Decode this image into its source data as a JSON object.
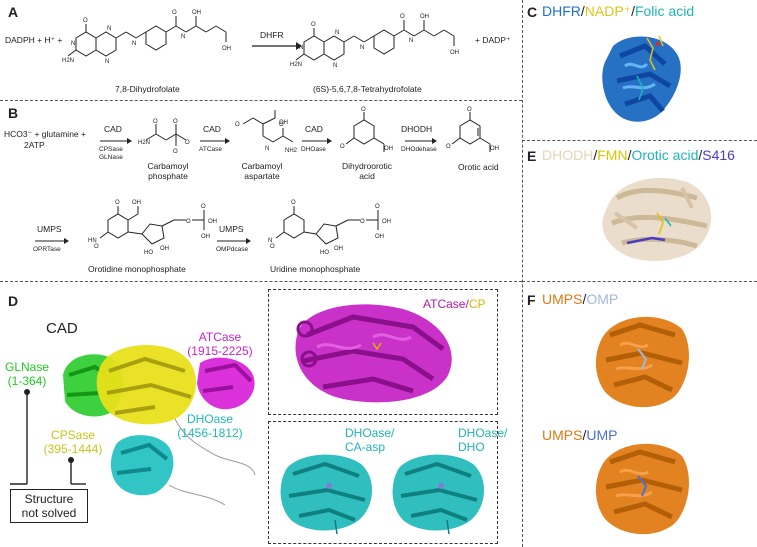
{
  "panels": {
    "a": {
      "label": "A",
      "reactants": "DADPH + H⁺ +",
      "enzyme": "DHFR",
      "substrate": "7,8-Dihydrofolate",
      "product": "(6S)-5,6,7,8-Tetrahydrofolate",
      "products_extra": "+ DADP⁺"
    },
    "b": {
      "label": "B",
      "start_line1": "HCO3⁻ + glutamine +",
      "start_line2": "2ATP",
      "steps": [
        {
          "enzyme": "CAD",
          "sub1": "CPSase",
          "sub2": "GLNase"
        },
        {
          "enzyme": "CAD",
          "sub1": "ATCase",
          "sub2": ""
        },
        {
          "enzyme": "CAD",
          "sub1": "DHOase",
          "sub2": ""
        },
        {
          "enzyme": "DHODH",
          "sub1": "DHOdehase",
          "sub2": ""
        }
      ],
      "compounds": [
        "Carbamoyl\nphosphate",
        "Carbamoyl\naspartate",
        "Dihydroorotic\nacid",
        "Orotic acid"
      ],
      "row2_steps": [
        {
          "enzyme": "UMPS",
          "sub": "OPRTase"
        },
        {
          "enzyme": "UMPS",
          "sub": "OMPdcase"
        }
      ],
      "row2_compounds": [
        "Orotidine monophosphate",
        "Uridine monophosphate"
      ]
    },
    "c": {
      "label": "C",
      "title_parts": [
        {
          "text": "DHFR",
          "color": "#1f6fd1"
        },
        {
          "text": "/",
          "color": "#222222"
        },
        {
          "text": "NADP⁺",
          "color": "#e0c419"
        },
        {
          "text": "/",
          "color": "#222222"
        },
        {
          "text": "Folic acid",
          "color": "#1fb3b8"
        }
      ],
      "protein_color": "#1565c0"
    },
    "d": {
      "label": "D",
      "protein": "CAD",
      "domains": [
        {
          "name": "GLNase",
          "range": "(1-364)",
          "color": "#1fcc1f"
        },
        {
          "name": "CPSase",
          "range": "(395-1444)",
          "color": "#c9c419"
        },
        {
          "name": "ATCase",
          "range": "(1915-2225)",
          "color": "#cc1fcc"
        },
        {
          "name": "DHOase",
          "range": "(1456-1812)",
          "color": "#1fb8b8"
        }
      ],
      "callout": "Structure\nnot solved",
      "inset_top": [
        {
          "text": "ATCase",
          "color": "#b515b5"
        },
        {
          "text": "/",
          "color": "#b515b5"
        },
        {
          "text": "CP",
          "color": "#d9b400"
        }
      ],
      "inset_bottom_left": [
        "DHOase/",
        "CA-asp"
      ],
      "inset_bottom_right": [
        "DHOase/",
        "DHO"
      ],
      "dho_color": "#1fb3b8"
    },
    "e": {
      "label": "E",
      "title_parts": [
        {
          "text": "DHODH",
          "color": "#e8d2b8"
        },
        {
          "text": "/",
          "color": "#222222"
        },
        {
          "text": "FMN",
          "color": "#d9c400"
        },
        {
          "text": "/",
          "color": "#222222"
        },
        {
          "text": "Orotic acid",
          "color": "#1fb3b8"
        },
        {
          "text": "/",
          "color": "#222222"
        },
        {
          "text": "S416",
          "color": "#4b3cc4"
        }
      ]
    },
    "f": {
      "label": "F",
      "title1_parts": [
        {
          "text": "UMPS",
          "color": "#d97a15"
        },
        {
          "text": "/",
          "color": "#222222"
        },
        {
          "text": "OMP",
          "color": "#9fb8e0"
        }
      ],
      "title2_parts": [
        {
          "text": "UMPS",
          "color": "#d97a15"
        },
        {
          "text": "/",
          "color": "#222222"
        },
        {
          "text": "UMP",
          "color": "#4b6fd1"
        }
      ]
    }
  }
}
